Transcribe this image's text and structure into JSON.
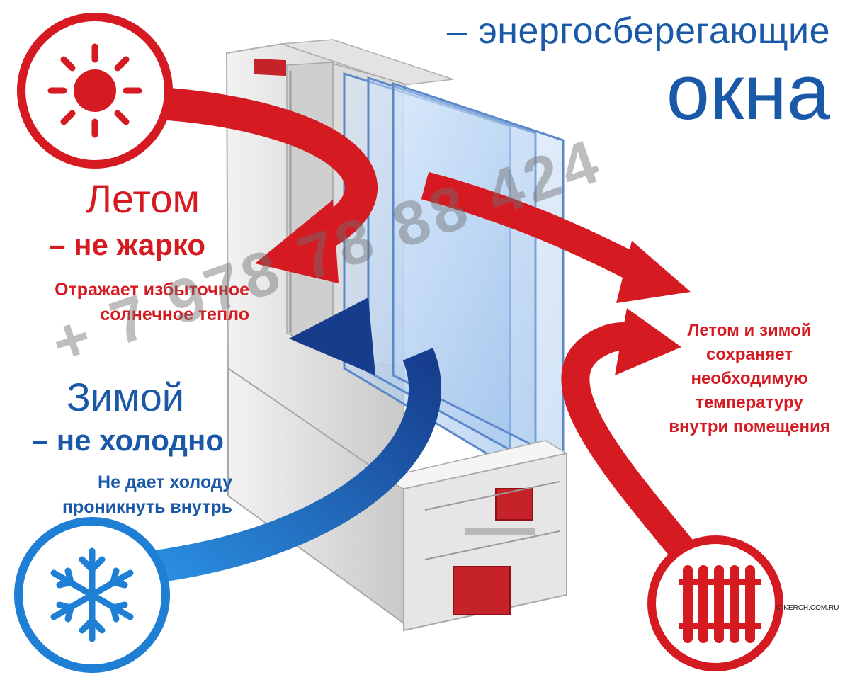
{
  "title": {
    "line1": "– энергосберегающие",
    "line2": "окна"
  },
  "summer": {
    "heading": "Летом",
    "subheading": "– не жарко",
    "description": "Отражает избыточное солнечное тепло"
  },
  "winter": {
    "heading": "Зимой",
    "subheading": "– не холодно",
    "description": "Не дает холоду проникнуть внутрь"
  },
  "year_round": {
    "description": "Летом и зимой сохраняет необходимую температуру внутри помещения"
  },
  "watermark": "+ 7 978 78 88 424",
  "credit": "© KERCH.COM.RU",
  "icons": [
    "sun-icon",
    "snowflake-icon",
    "radiator-icon"
  ],
  "colors": {
    "red": "#d51a22",
    "blue": "#1a58a8",
    "frame": "#d4d4d4",
    "glass": "#9fc4ee"
  }
}
